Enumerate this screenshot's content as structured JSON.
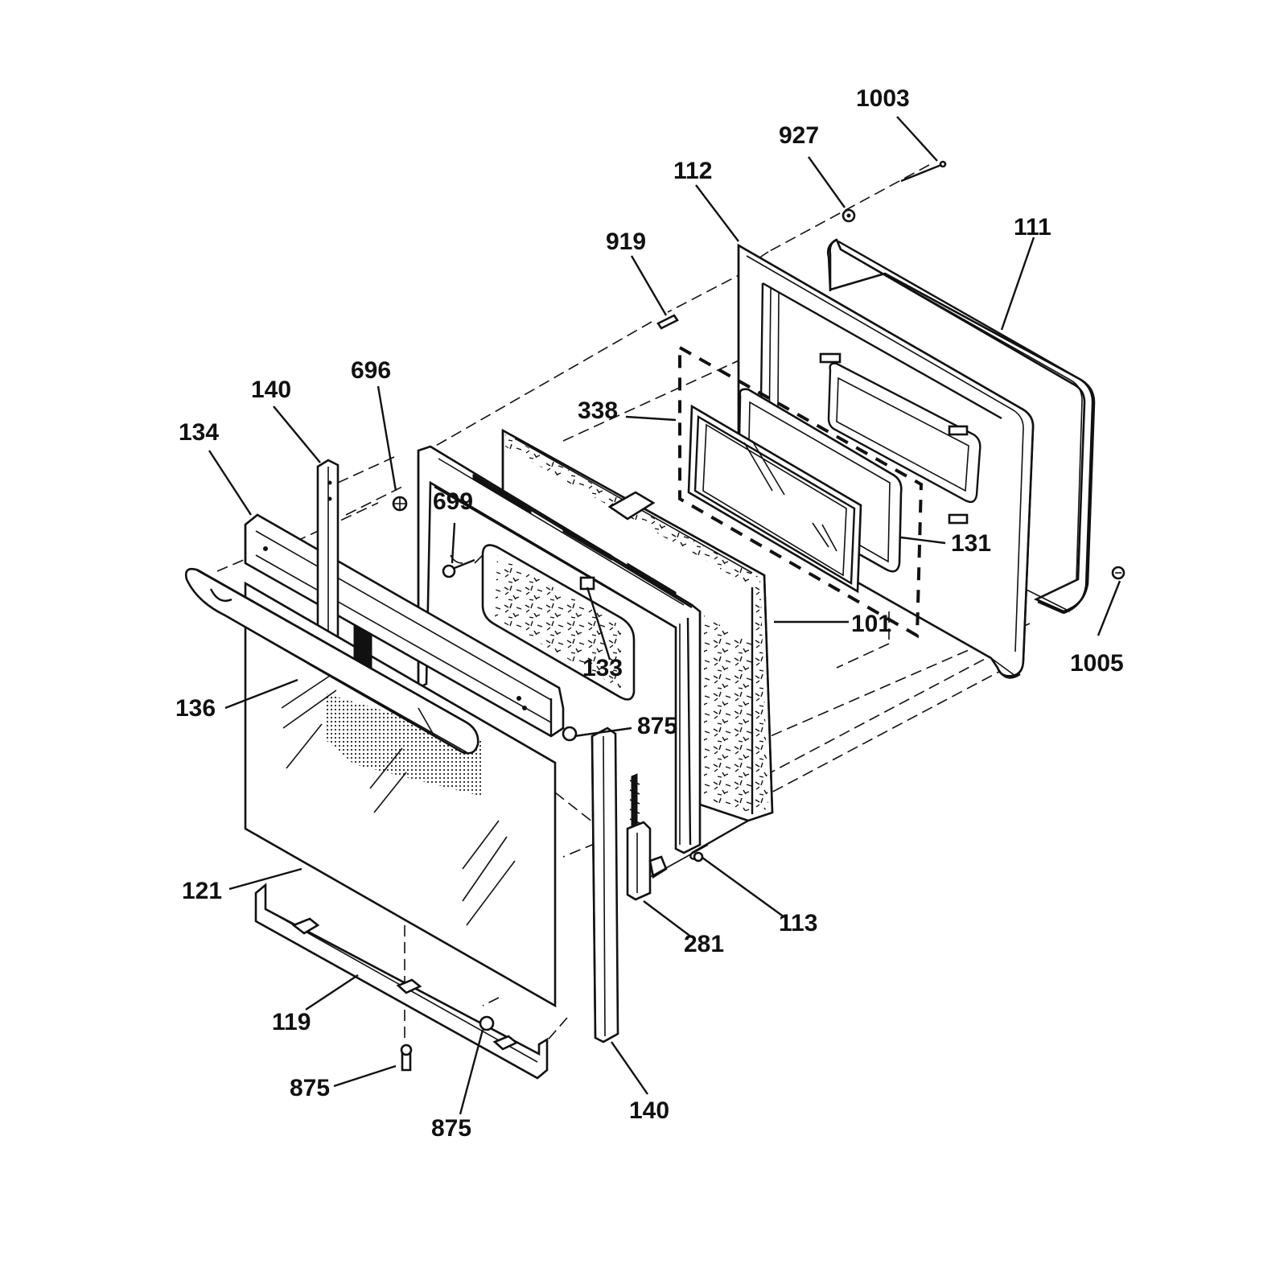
{
  "diagram": {
    "labels": [
      {
        "id": "1003",
        "text": "1003"
      },
      {
        "id": "927",
        "text": "927"
      },
      {
        "id": "112",
        "text": "112"
      },
      {
        "id": "111",
        "text": "111"
      },
      {
        "id": "919",
        "text": "919"
      },
      {
        "id": "696",
        "text": "696"
      },
      {
        "id": "140a",
        "text": "140"
      },
      {
        "id": "134",
        "text": "134"
      },
      {
        "id": "338",
        "text": "338"
      },
      {
        "id": "699",
        "text": "699"
      },
      {
        "id": "131",
        "text": "131"
      },
      {
        "id": "101",
        "text": "101"
      },
      {
        "id": "1005",
        "text": "1005"
      },
      {
        "id": "133",
        "text": "133"
      },
      {
        "id": "136",
        "text": "136"
      },
      {
        "id": "875a",
        "text": "875"
      },
      {
        "id": "121",
        "text": "121"
      },
      {
        "id": "113",
        "text": "113"
      },
      {
        "id": "281",
        "text": "281"
      },
      {
        "id": "119",
        "text": "119"
      },
      {
        "id": "875b",
        "text": "875"
      },
      {
        "id": "875c",
        "text": "875"
      },
      {
        "id": "140b",
        "text": "140"
      }
    ]
  }
}
